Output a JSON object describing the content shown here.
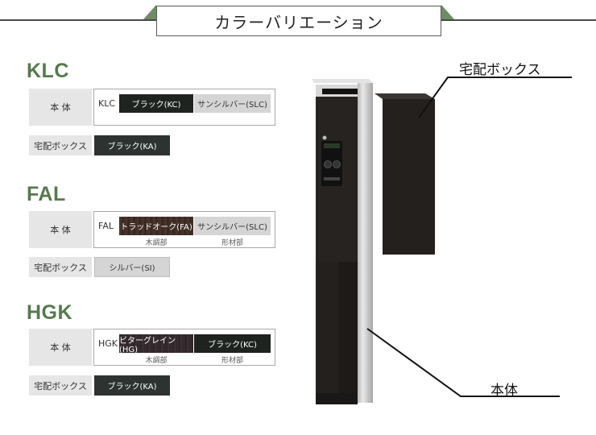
{
  "header": {
    "title": "カラーバリエーション"
  },
  "series": [
    {
      "name": "KLC",
      "body_label": "本 体",
      "code": "KLC",
      "swatches": [
        {
          "label": "ブラック(KC)",
          "sub": ""
        },
        {
          "label": "サンシルバー(SLC)",
          "sub": ""
        }
      ],
      "box_label": "宅配ボックス",
      "box_swatch": "ブラック(KA)"
    },
    {
      "name": "FAL",
      "body_label": "本 体",
      "code": "FAL",
      "swatches": [
        {
          "label": "トラッドオーク(FA)",
          "sub": "木調部"
        },
        {
          "label": "サンシルバー(SLC)",
          "sub": "形材部"
        }
      ],
      "box_label": "宅配ボックス",
      "box_swatch": "シルバー(SI)"
    },
    {
      "name": "HGK",
      "body_label": "本 体",
      "code": "HGK",
      "swatches": [
        {
          "label": "ビターグレイン(HG)",
          "sub": "木調部"
        },
        {
          "label": "ブラック(KC)",
          "sub": "形材部"
        }
      ],
      "box_label": "宅配ボックス",
      "box_swatch": "ブラック(KA)"
    }
  ],
  "callouts": {
    "box": "宅配ボックス",
    "body": "本体"
  },
  "colors": {
    "series_title": "#567a4e",
    "black": "#1f2320",
    "silver": "#d5d5d5",
    "label_bg": "#e6e6e6"
  }
}
